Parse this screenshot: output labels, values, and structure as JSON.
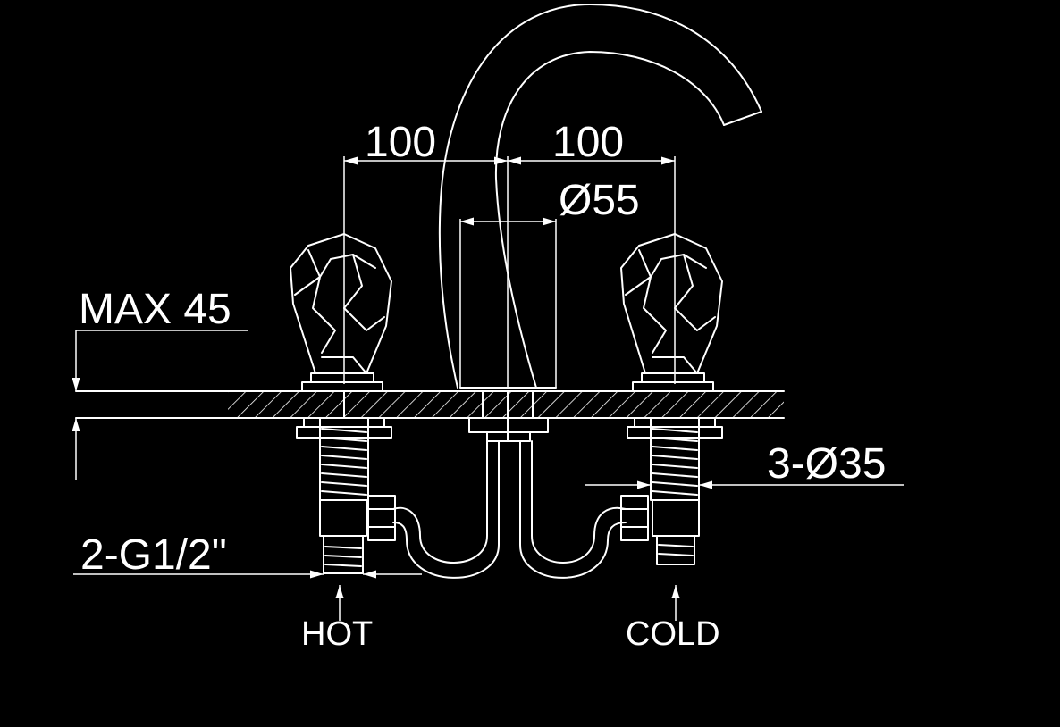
{
  "colors": {
    "background": "#000000",
    "line": "#ffffff"
  },
  "dimensions": {
    "left_spacing": "100",
    "right_spacing": "100",
    "spout_diameter": "Ø55",
    "max_thickness": "MAX 45",
    "hole_diameter": "3-Ø35",
    "thread": "2-G1/2\""
  },
  "labels": {
    "hot": "HOT",
    "cold": "COLD"
  }
}
